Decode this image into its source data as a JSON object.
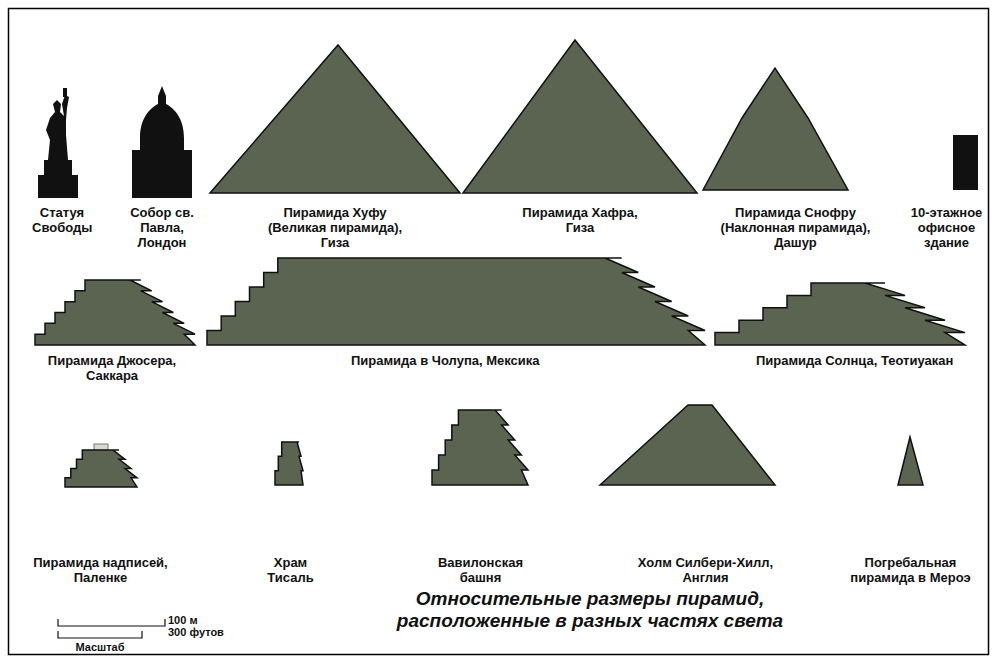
{
  "diagram": {
    "caption": "Относительные размеры пирамид, расположенные в разных частях света",
    "labels": [
      "Статуя Свободы",
      "Собор св. Павла, Лондон",
      "Пирамида Хуфу (Великая пирамида), Гиза",
      "Пирамида Хафра, Гиза",
      "Пирамида Снофру (Наклонная пирамида), Дашур",
      "10-этажное офисное здание",
      "Пирамида Джосера, Саккара",
      "Пирамида в Чолупа, Мексика",
      "Пирамида Солнца, Теотиуакан",
      "Пирамида надписей, Паленке",
      "Храм Тисаль",
      "Вавилонская башня",
      "Холм Силбери-Хилл, Англия",
      "Погребальная пирамида в Мероэ",
      "100 м",
      "300 футов",
      "Масштаб"
    ]
  }
}
